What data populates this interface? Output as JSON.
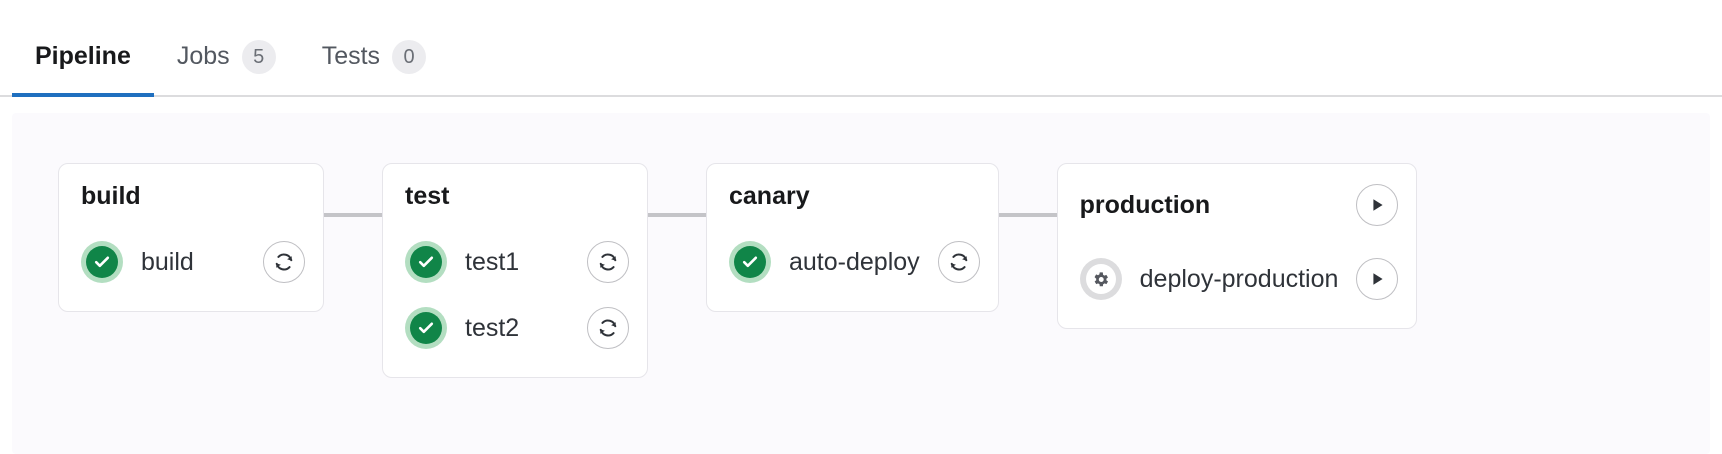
{
  "tabs": [
    {
      "label": "Pipeline",
      "badge": null,
      "active": true,
      "name": "tab-pipeline"
    },
    {
      "label": "Jobs",
      "badge": "5",
      "active": false,
      "name": "tab-jobs"
    },
    {
      "label": "Tests",
      "badge": "0",
      "active": false,
      "name": "tab-tests"
    }
  ],
  "colors": {
    "accent": "#1f6fbf",
    "success": "#108548",
    "success_halo": "#b3dec1",
    "manual_halo": "#dcdcde",
    "connector": "#c4c4c8",
    "canvas": "#fbfafd",
    "card_border": "#e6e5ea",
    "text": "#18191b",
    "badge_bg": "#ececef"
  },
  "pipeline": {
    "stages": [
      {
        "title": "build",
        "header_action": null,
        "jobs": [
          {
            "name": "build",
            "status": "success",
            "status_icon": "check-circle-icon",
            "action": "retry",
            "action_icon": "retry-icon"
          }
        ]
      },
      {
        "title": "test",
        "header_action": null,
        "jobs": [
          {
            "name": "test1",
            "status": "success",
            "status_icon": "check-circle-icon",
            "action": "retry",
            "action_icon": "retry-icon"
          },
          {
            "name": "test2",
            "status": "success",
            "status_icon": "check-circle-icon",
            "action": "retry",
            "action_icon": "retry-icon"
          }
        ]
      },
      {
        "title": "canary",
        "header_action": null,
        "jobs": [
          {
            "name": "auto-deploy",
            "status": "success",
            "status_icon": "check-circle-icon",
            "action": "retry",
            "action_icon": "retry-icon"
          }
        ]
      },
      {
        "title": "production",
        "header_action": {
          "action": "play",
          "action_icon": "play-icon"
        },
        "jobs": [
          {
            "name": "deploy-production",
            "status": "manual",
            "status_icon": "gear-icon",
            "action": "play",
            "action_icon": "play-icon"
          }
        ]
      }
    ]
  }
}
